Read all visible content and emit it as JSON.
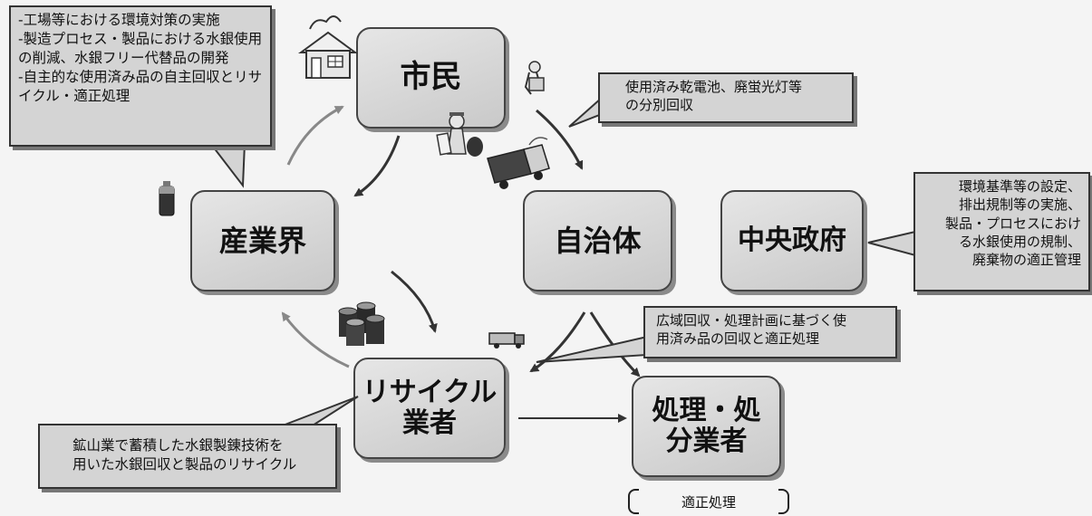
{
  "nodes": {
    "citizen": "市民",
    "industry": "産業界",
    "municipality": "自治体",
    "central_government": "中央政府",
    "recycler": "リサイクル\n業者",
    "disposal": "処理・処\n分業者"
  },
  "callouts": {
    "industry": "-工場等における環境対策の実施\n-製造プロセス・製品における水銀使用の削減、水銀フリー代替品の開発\n-自主的な使用済み品の自主回収とリサイクル・適正処理",
    "municipality": "使用済み乾電池、廃蛍光灯等\nの分別回収",
    "government": "環境基準等の設定、\n排出規制等の実施、\n製品・プロセスにおけ\nる水銀使用の規制、\n廃棄物の適正管理",
    "collection": "広域回収・処理計画に基づく使\n用済み品の回収と適正処理",
    "recycler": "鉱山業で蓄積した水銀製錬技術を\n用いた水銀回収と製品のリサイクル"
  },
  "note": "適正処理",
  "icons": [
    "house-icon",
    "person-icon",
    "worker-icon",
    "truck-icon",
    "battery-icon",
    "barrels-icon",
    "small-truck-icon"
  ],
  "colors": {
    "box_fill": "#d6d6d6",
    "stroke": "#333333",
    "background": "#f4f4f4"
  }
}
